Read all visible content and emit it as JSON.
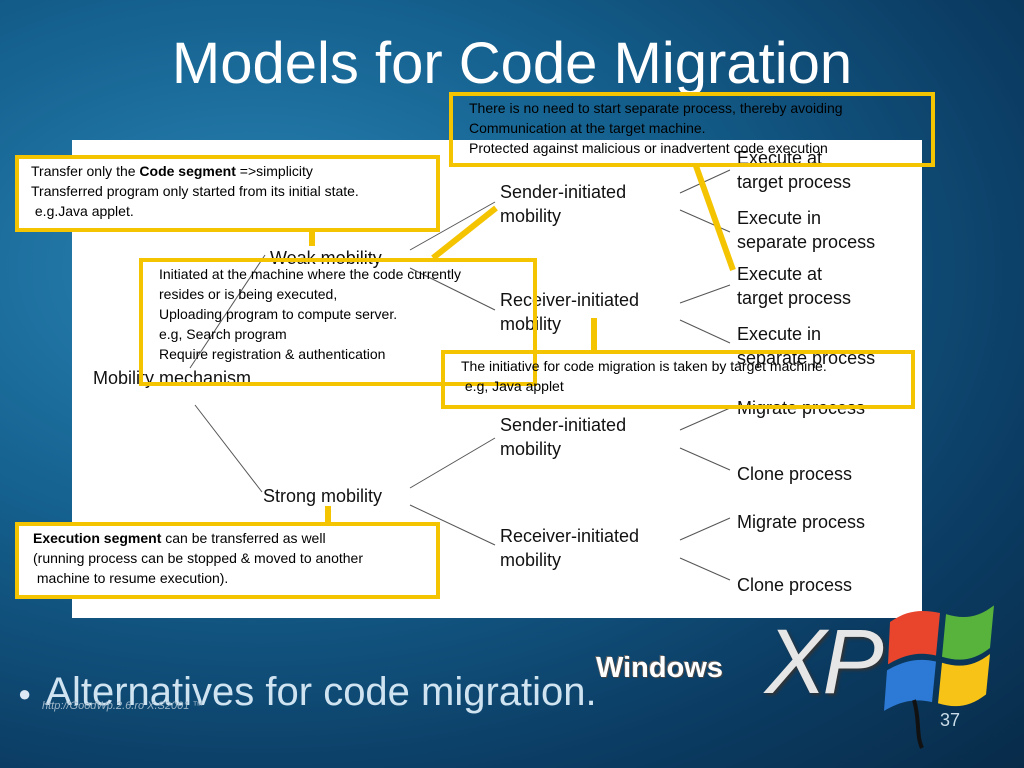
{
  "slide": {
    "title": "Models for Code Migration",
    "bullet": "Alternatives for code migration.",
    "url": "http://GoodWp.2.6.ro    X.S2001 ™",
    "page_number": "37"
  },
  "branding": {
    "windows": "Windows",
    "xp": "XP"
  },
  "diagram": {
    "root": "Mobility mechanism",
    "weak": "Weak mobility",
    "strong": "Strong mobility",
    "weak_sender": "Sender-initiated\nmobility",
    "weak_receiver": "Receiver-initiated\nmobility",
    "strong_sender": "Sender-initiated\nmobility",
    "strong_receiver": "Receiver-initiated\nmobility",
    "leaf_1": "Execute at\ntarget process",
    "leaf_2": "Execute in\nseparate process",
    "leaf_3": "Execute at\ntarget process",
    "leaf_4": "Execute in\nseparate process",
    "leaf_5": "Migrate process",
    "leaf_6": "Clone process",
    "leaf_7": "Migrate process",
    "leaf_8": "Clone process"
  },
  "notes": {
    "top_right": "There is no need to start separate process, thereby avoiding\nCommunication at the target machine.\nProtected against malicious or inadvertent code execution",
    "weak_prefix": "Transfer only the ",
    "weak_bold": "Code segment",
    "weak_suffix": " =>simplicity\nTransferred program only started from its initial state.\n e.g.Java applet.",
    "sender": "Initiated at the machine where the code currently\nresides or is being executed,\nUploading program to compute server.\ne.g, Search program\nRequire registration & authentication",
    "receiver": "The initiative for code migration is taken by target machine.\n e.g, Java applet",
    "strong_bold": "Execution segment",
    "strong_suffix": " can be transferred as well\n(running process can be stopped & moved to another\n machine to resume execution)."
  },
  "colors": {
    "accent": "#f5c400",
    "background": "#145f8d",
    "panel": "#ffffff"
  }
}
